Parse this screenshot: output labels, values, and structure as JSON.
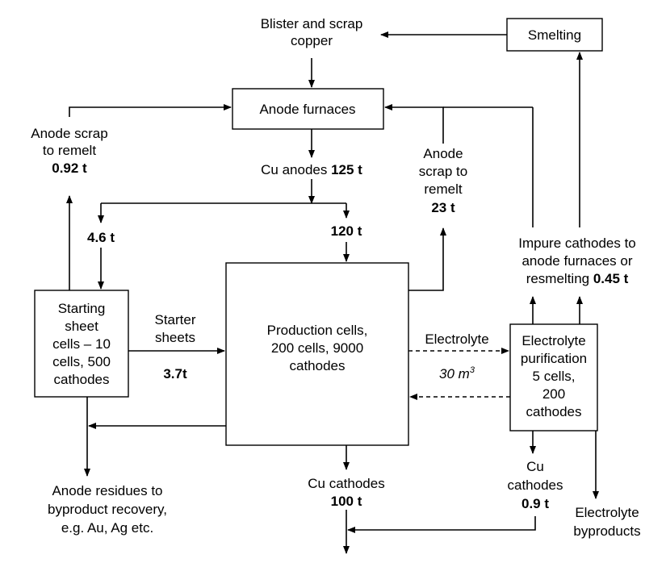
{
  "nodes": {
    "smelting": "Smelting",
    "blister_line1": "Blister and scrap",
    "blister_line2": "copper",
    "anode_furnaces": "Anode furnaces",
    "production_line1": "Production cells,",
    "production_line2": "200 cells, 9000",
    "production_line3": "cathodes",
    "starting_line1": "Starting",
    "starting_line2": "sheet",
    "starting_line3": "cells – 10",
    "starting_line4": "cells, 500",
    "starting_line5": "cathodes",
    "purif_line1": "Electrolyte",
    "purif_line2": "purification",
    "purif_line3": "5 cells,",
    "purif_line4": "200",
    "purif_line5": "cathodes"
  },
  "labels": {
    "anode_scrap_left_1": "Anode scrap",
    "anode_scrap_left_2": "to remelt",
    "anode_scrap_left_value": "0.92 t",
    "cu_anodes": "Cu anodes ",
    "cu_anodes_value": "125 t",
    "anode_scrap_right_1": "Anode",
    "anode_scrap_right_2": "scrap to",
    "anode_scrap_right_3": "remelt",
    "anode_scrap_right_value": "23 t",
    "split_left_value": "4.6 t",
    "split_right_value": "120 t",
    "impure_1": "Impure cathodes to",
    "impure_2": "anode furnaces or",
    "impure_3": "resmelting ",
    "impure_value": "0.45 t",
    "starter_1": "Starter",
    "starter_2": "sheets",
    "starter_value": "3.7t",
    "electrolyte": "Electrolyte",
    "electrolyte_volume": "30 m",
    "electrolyte_volume_exp": "3",
    "residues_1": "Anode residues to",
    "residues_2": "byproduct recovery,",
    "residues_3": "e.g. Au, Ag etc.",
    "cu_cathodes_1": "Cu cathodes",
    "cu_cathodes_value": "100 t",
    "cu_cathodes_small_1": "Cu",
    "cu_cathodes_small_2": "cathodes",
    "cu_cathodes_small_value": "0.9 t",
    "byproducts_1": "Electrolyte",
    "byproducts_2": "byproducts"
  }
}
